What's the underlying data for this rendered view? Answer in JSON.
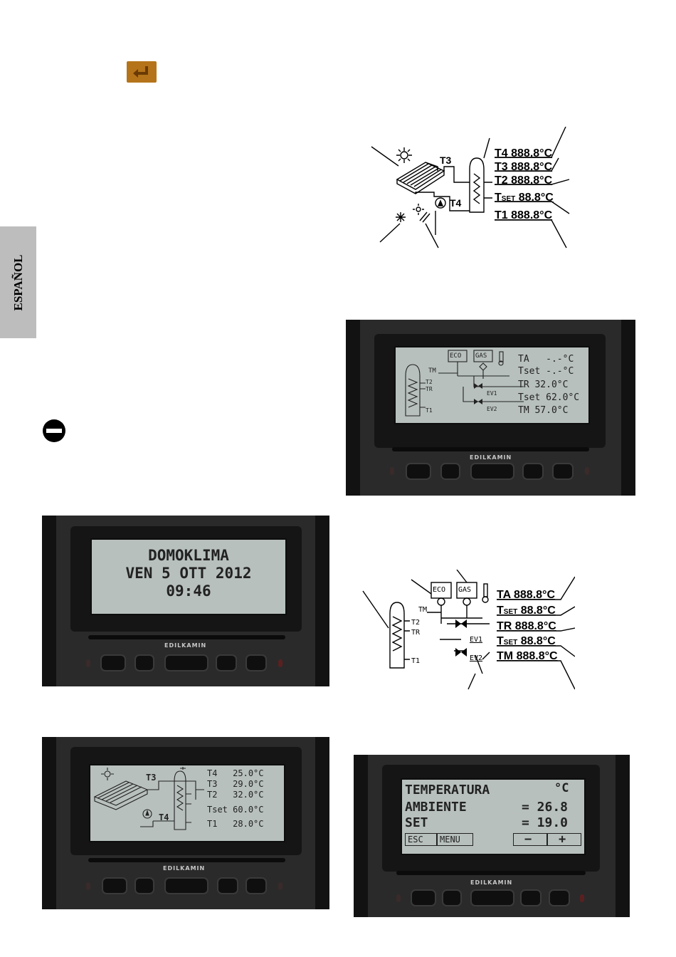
{
  "side_tab": "ESPAÑOL",
  "colors": {
    "lcd": "#b7c0bd",
    "device": "#2a2a2b",
    "enter_key": "#b5741a",
    "tab": "#bdbdbd"
  },
  "brand": "EDILKAMIN",
  "icons": [
    "enter-key-icon",
    "stop-warning-icon",
    "sun-icon",
    "snowflake-icon",
    "pump-icon",
    "thermometer-icon",
    "valve-icon"
  ],
  "solar_diagram": {
    "labels": {
      "t3": "T3",
      "t4": "T4",
      "rows": [
        {
          "name": "T4",
          "value": "888.8°C"
        },
        {
          "name": "T3",
          "value": "888.8°C"
        },
        {
          "name": "T2",
          "value": "888.8°C"
        },
        {
          "name": "T",
          "sub": "SET",
          "value": "88.8°C"
        },
        {
          "name": "T1",
          "value": "888.8°C"
        }
      ]
    }
  },
  "display_boiler": {
    "eco": "ECO",
    "gas": "GAS",
    "tm": "TM",
    "t2": "T2",
    "tr": "TR",
    "t1": "T1",
    "ev1": "EV1",
    "ev2": "EV2",
    "rows": [
      {
        "name": "TA",
        "value": "-.-°C"
      },
      {
        "name": "Tset",
        "value": "-.-°C"
      },
      {
        "name": "TR",
        "value": "32.0°C"
      },
      {
        "name": "Tset",
        "value": "62.0°C"
      },
      {
        "name": "TM",
        "value": "57.0°C"
      }
    ]
  },
  "display_date": {
    "line1": "DOMOKLIMA",
    "line2": "VEN 5 OTT 2012",
    "line3": "09:46"
  },
  "boiler_diagram": {
    "eco": "ECO",
    "gas": "GAS",
    "tm": "TM",
    "t2": "T2",
    "tr": "TR",
    "t1": "T1",
    "ev1": "EV1",
    "ev2": "EV2",
    "rows": [
      {
        "name": "TA",
        "value": "888.8°C"
      },
      {
        "name": "T",
        "sub": "SET",
        "value": "88.8°C"
      },
      {
        "name": "TR",
        "value": "888.8°C"
      },
      {
        "name": "T",
        "sub": "SET",
        "value": "88.8°C"
      },
      {
        "name": "TM",
        "value": "888.8°C"
      }
    ]
  },
  "display_solar": {
    "t3": "T3",
    "t4": "T4",
    "rows": [
      {
        "name": "T4",
        "value": "25.0°C"
      },
      {
        "name": "T3",
        "value": "29.0°C"
      },
      {
        "name": "T2",
        "value": "32.0°C"
      },
      {
        "name": "Tset",
        "value": "60.0°C"
      },
      {
        "name": "T1",
        "value": "28.0°C"
      }
    ]
  },
  "display_temperature": {
    "title": "TEMPERATURA",
    "unit": "°C",
    "row1_label": "AMBIENTE",
    "row1_value": "= 26.8",
    "row2_label": "SET",
    "row2_value": "= 19.0",
    "softkeys": [
      "ESC",
      "MENU",
      "−",
      "+"
    ]
  }
}
